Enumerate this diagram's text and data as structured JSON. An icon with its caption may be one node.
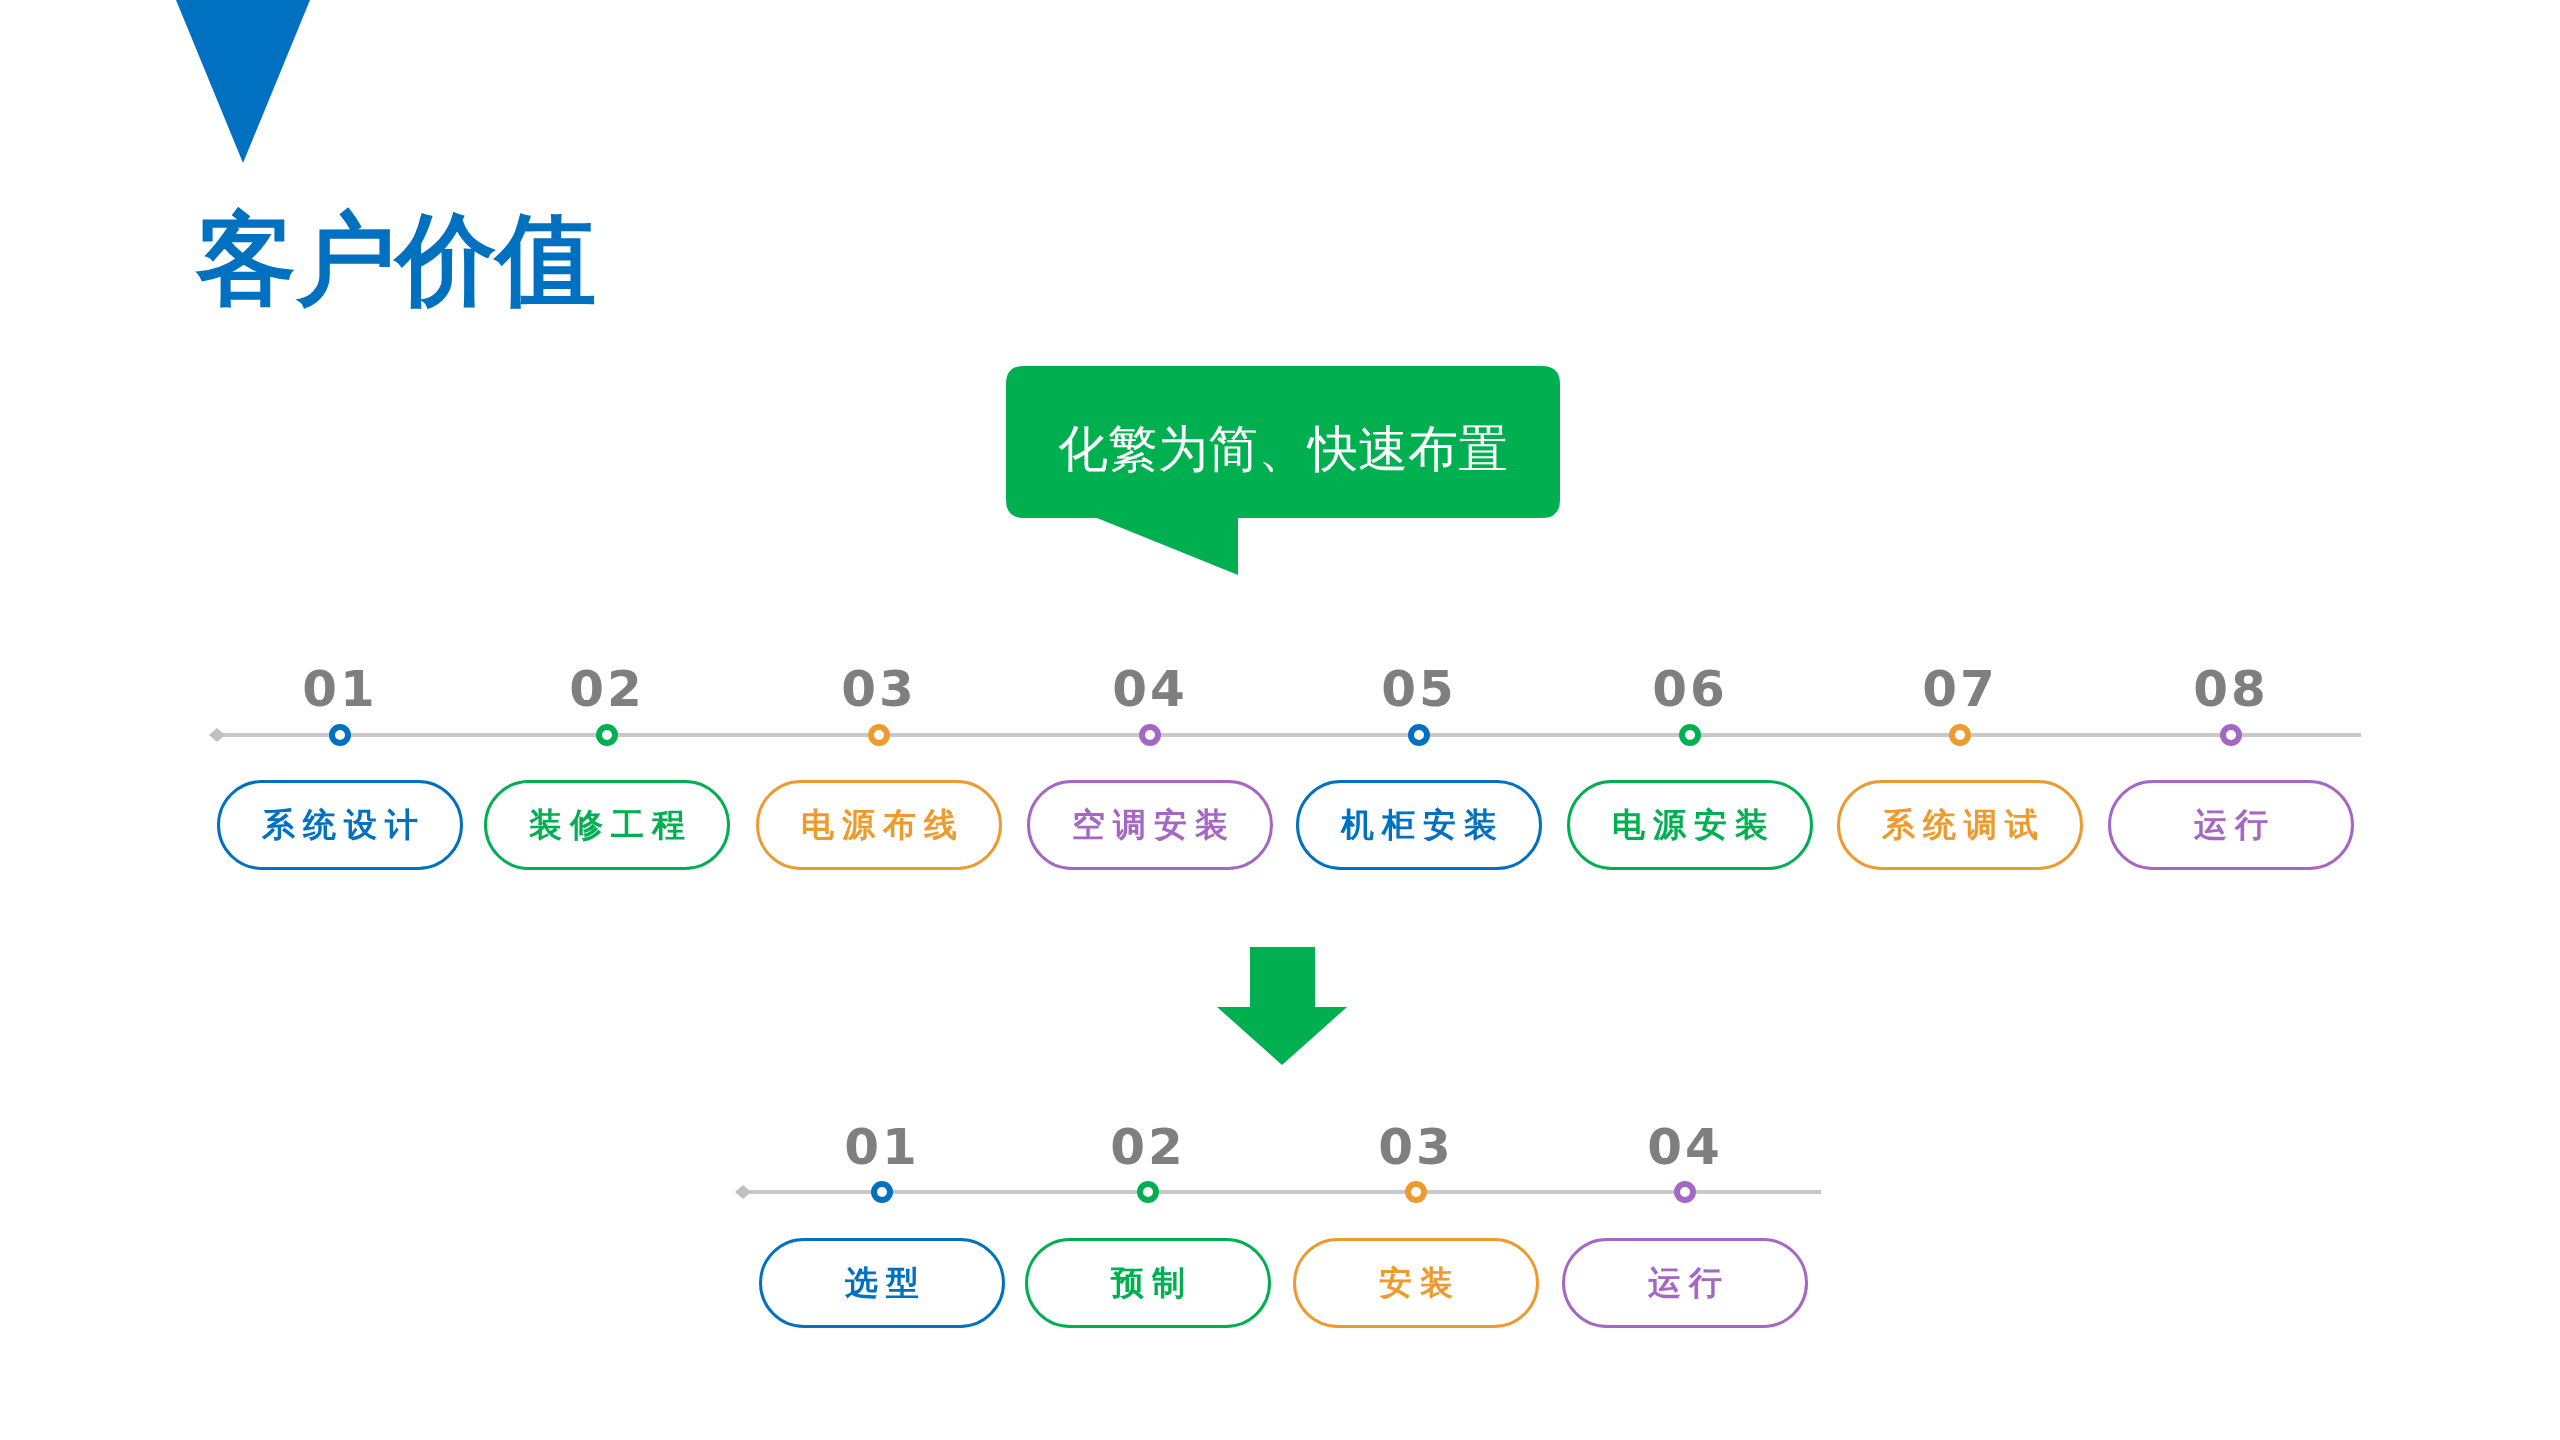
{
  "diagram": {
    "title": "客户价值",
    "nodes": [
      {
        "text": [
          "化繁为简、快速布置"
        ]
      },
      {
        "text": [
          "系统设计"
        ],
        "beside": [
          "01"
        ]
      },
      {
        "text": [
          "装修工程"
        ],
        "beside": [
          "02"
        ]
      },
      {
        "text": [
          "电源布线"
        ],
        "beside": [
          "03"
        ]
      },
      {
        "text": [
          "空调安装"
        ],
        "beside": [
          "04"
        ]
      },
      {
        "text": [
          "机柜安装"
        ],
        "beside": [
          "05"
        ]
      },
      {
        "text": [
          "电源安装"
        ],
        "beside": [
          "06"
        ]
      },
      {
        "text": [
          "系统调试"
        ],
        "beside": [
          "07"
        ]
      },
      {
        "text": [
          "运行"
        ],
        "beside": [
          "08"
        ]
      },
      {
        "text": [
          "选型"
        ],
        "beside": [
          "01"
        ]
      },
      {
        "text": [
          "预制"
        ],
        "beside": [
          "02"
        ]
      },
      {
        "text": [
          "安装"
        ],
        "beside": [
          "03"
        ]
      },
      {
        "text": [
          "运行"
        ],
        "beside": [
          "04"
        ]
      }
    ]
  }
}
